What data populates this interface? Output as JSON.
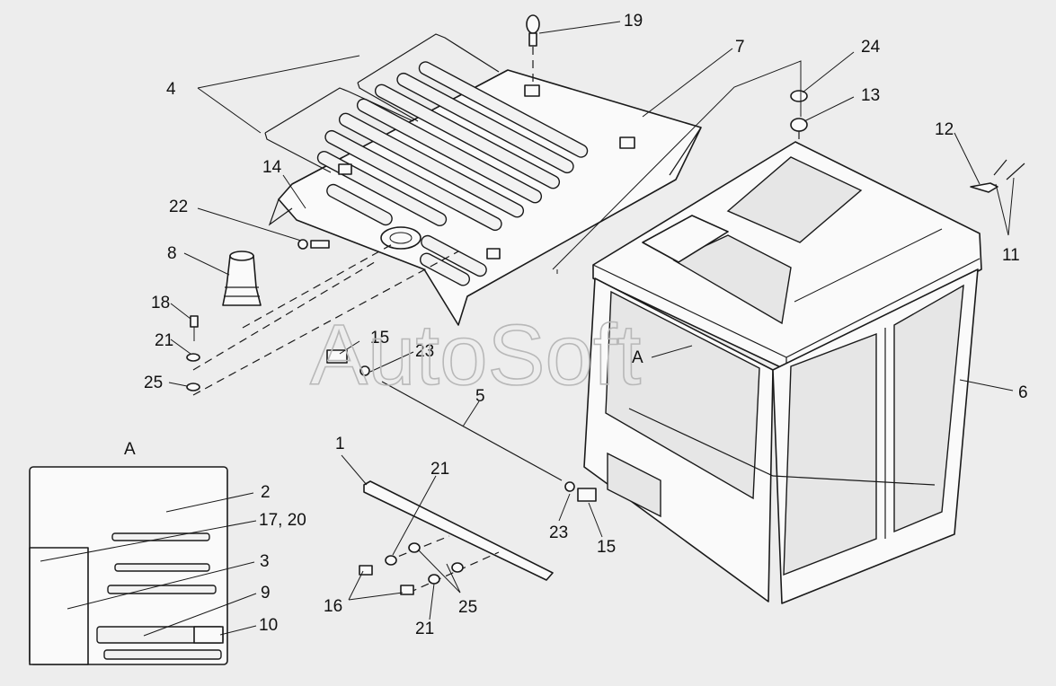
{
  "watermark": "AutoSoft",
  "callouts": {
    "c19": "19",
    "c7": "7",
    "c24": "24",
    "c4": "4",
    "c13": "13",
    "c12": "12",
    "c14": "14",
    "c22": "22",
    "c8": "8",
    "c11": "11",
    "c18": "18",
    "c15a": "15",
    "c21a": "21",
    "c23a": "23",
    "c25a": "25",
    "cA": "A",
    "c6": "6",
    "c5": "5",
    "c1": "1",
    "c21b": "21",
    "c23b": "23",
    "c15b": "15",
    "c16": "16",
    "c25b": "25",
    "c21c": "21"
  },
  "detail_view": {
    "title": "A",
    "callouts": {
      "c2": "2",
      "c17_20": "17, 20",
      "c3": "3",
      "c9": "9",
      "c10": "10"
    }
  }
}
